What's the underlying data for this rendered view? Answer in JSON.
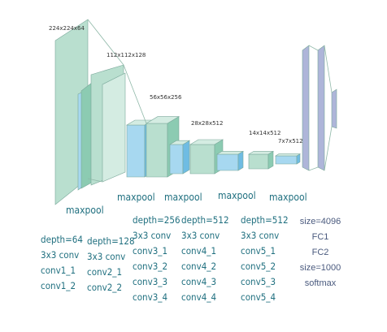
{
  "colors": {
    "conv_face": "#b9dfcf",
    "conv_side": "#8ccbb2",
    "conv_top": "#d4ece2",
    "pool_face": "#a7d8f0",
    "pool_side": "#6fbce3",
    "fc_face": "#aeb5d9",
    "label_teal": "#1f6f7f",
    "fc_text": "#4a5a7e"
  },
  "size_labels": {
    "s224": "224x224x64",
    "s112": "112x112x128",
    "s56": "56x56x256",
    "s28": "28x28x512",
    "s14": "14x14x512",
    "s7": "7x7x512"
  },
  "pool_labels": {
    "p1": "maxpool",
    "p2": "maxpool",
    "p3": "maxpool",
    "p4": "maxpool",
    "p5": "maxpool"
  },
  "blocks": {
    "b1": [
      "depth=64",
      "3x3 conv",
      "conv1_1",
      "conv1_2"
    ],
    "b2": [
      "depth=128",
      "3x3 conv",
      "conv2_1",
      "conv2_2"
    ],
    "b3": [
      "depth=256",
      "3x3 conv",
      "conv3_1",
      "conv3_2",
      "conv3_3",
      "conv3_4"
    ],
    "b4": [
      "depth=512",
      "3x3 conv",
      "conv4_1",
      "conv4_2",
      "conv4_3",
      "conv4_4"
    ],
    "b5": [
      "depth=512",
      "3x3 conv",
      "conv5_1",
      "conv5_2",
      "conv5_3",
      "conv5_4"
    ]
  },
  "fc": [
    "size=4096",
    "FC1",
    "FC2",
    "size=1000",
    "softmax"
  ]
}
